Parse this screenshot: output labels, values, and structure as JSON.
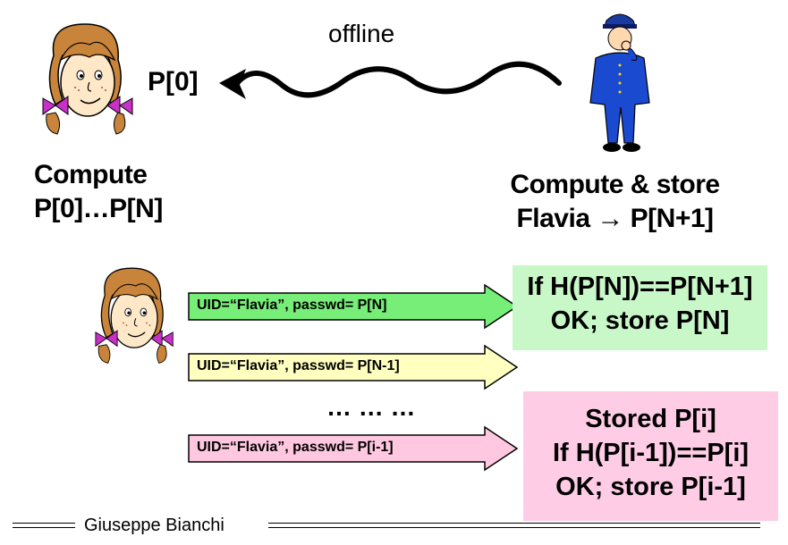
{
  "top": {
    "offline_label": "offline",
    "p0_label": "P[0]",
    "user_label_line1": "Compute",
    "user_label_line2": "P[0]…P[N]",
    "server_label_line1": "Compute & store",
    "server_label_line2": "Flavia → P[N+1]"
  },
  "logins": [
    {
      "text": "UID=“Flavia”, passwd= P[N]",
      "color": "#77ee77"
    },
    {
      "text": "UID=“Flavia”, passwd= P[N-1]",
      "color": "#ffffc0"
    },
    {
      "text": "UID=“Flavia”, passwd= P[i-1]",
      "color": "#ffc8e0"
    }
  ],
  "ellipsis": "… … …",
  "check_box_green": {
    "line1": "If H(P[N])==P[N+1]",
    "line2": "OK; store P[N]",
    "color": "#c8f8c8"
  },
  "check_box_pink": {
    "line1": "Stored P[i]",
    "line2": "If H(P[i-1])==P[i]",
    "line3": "OK; store P[i-1]",
    "color": "#ffcce6"
  },
  "footer": {
    "author": "Giuseppe Bianchi"
  },
  "icons": {
    "user": "girl-cartoon-icon",
    "server": "policeman-cartoon-icon"
  }
}
